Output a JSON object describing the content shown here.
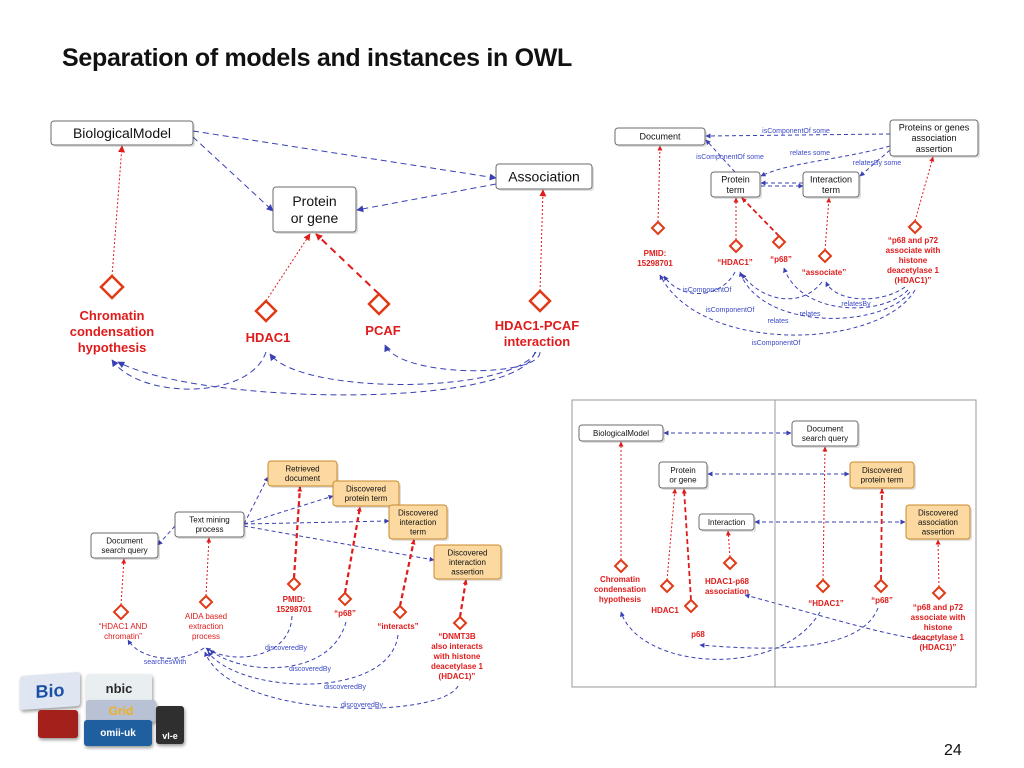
{
  "slide": {
    "title": "Separation of models and instances in OWL",
    "page_number": "24"
  },
  "top_left": {
    "classes": {
      "biological_model": "BiologicalModel",
      "association": "Association",
      "protein_or_gene": [
        "Protein",
        "or gene"
      ]
    },
    "instances": {
      "chromatin": [
        "Chromatin",
        "condensation",
        "hypothesis"
      ],
      "hdac1": "HDAC1",
      "pcaf": "PCAF",
      "interaction": [
        "HDAC1-PCAF",
        "interaction"
      ]
    }
  },
  "top_right": {
    "classes": {
      "document": "Document",
      "proteins_assoc": [
        "Proteins or genes",
        "association",
        "assertion"
      ],
      "protein_term": [
        "Protein",
        "term"
      ],
      "interaction_term": [
        "Interaction",
        "term"
      ]
    },
    "edge_labels": {
      "is_component_of_some_1": "isComponentOf some",
      "is_component_of_some_2": "isComponentOf some",
      "relates_some": "relates some",
      "relates_by_some": "relatesBy some",
      "is_component_of_1": "isComponentOf",
      "is_component_of_2": "isComponentOf",
      "is_component_of_3": "isComponentOf",
      "relates_1": "relates",
      "relates_2": "relates",
      "relates_by": "relatesBy"
    },
    "instances": {
      "pmid": [
        "PMID:",
        "15298701"
      ],
      "hdac1": "“HDAC1”",
      "p68": "“p68”",
      "associate": "“associate”",
      "assertion": [
        "“p68 and p72",
        "associate with",
        "histone",
        "deacetylase 1",
        "(HDAC1)”"
      ]
    }
  },
  "bottom_left": {
    "classes": {
      "retrieved": [
        "Retrieved",
        "document"
      ],
      "disc_protein": [
        "Discovered",
        "protein term"
      ],
      "disc_interaction": [
        "Discovered",
        "interaction",
        "term"
      ],
      "disc_assertion": [
        "Discovered",
        "interaction",
        "assertion"
      ],
      "text_mining": [
        "Text mining",
        "process"
      ],
      "doc_search": [
        "Document",
        "search query"
      ]
    },
    "instances": {
      "query": [
        "“HDAC1 AND",
        "chromatin”"
      ],
      "aida": [
        "AIDA based",
        "extraction",
        "process"
      ],
      "pmid": [
        "PMID:",
        "15298701"
      ],
      "p68": "“p68”",
      "interacts": "“interacts”",
      "dnmt": [
        "“DNMT3B",
        "also interacts",
        "with histone",
        "deacetylase 1",
        "(HDAC1)”"
      ]
    },
    "edge_labels": {
      "searches_with": "searchesWith",
      "discovered_by_1": "discoveredBy",
      "discovered_by_2": "discoveredBy",
      "discovered_by_3": "discoveredBy",
      "discovered_by_4": "discoveredBy"
    }
  },
  "bottom_right": {
    "classes": {
      "biological_model": "BiologicalModel",
      "doc_search": [
        "Document",
        "search query"
      ],
      "protein_or_gene": [
        "Protein",
        "or gene"
      ],
      "disc_protein": [
        "Discovered",
        "protein term"
      ],
      "interaction": "Interaction",
      "disc_assertion": [
        "Discovered",
        "association",
        "assertion"
      ]
    },
    "instances": {
      "chromatin": [
        "Chromatin",
        "condensation",
        "hypothesis"
      ],
      "hdac1": "HDAC1",
      "hdac1_p68": [
        "HDAC1-p68",
        "association"
      ],
      "p68": "p68",
      "hdac1_q": "“HDAC1”",
      "p68_q": "“p68”",
      "assertion": [
        "“p68 and p72",
        "associate with",
        "histone",
        "deacetylase 1",
        "(HDAC1)”"
      ]
    }
  },
  "logos": {
    "bio": "Bio",
    "nbic": "nbic",
    "grid": "Grid",
    "omii": "omii-uk",
    "vle": "vl-e"
  },
  "colors": {
    "class_border": "#6b6b6b",
    "class_fill": "#ffffff",
    "discovered_fill": "#fbd9a1",
    "discovered_border": "#c9892a",
    "instance_red": "#e01b1b",
    "diamond_border": "#e03a16",
    "edge_blue": "#3840b3",
    "label_blue": "#3b49c7"
  }
}
